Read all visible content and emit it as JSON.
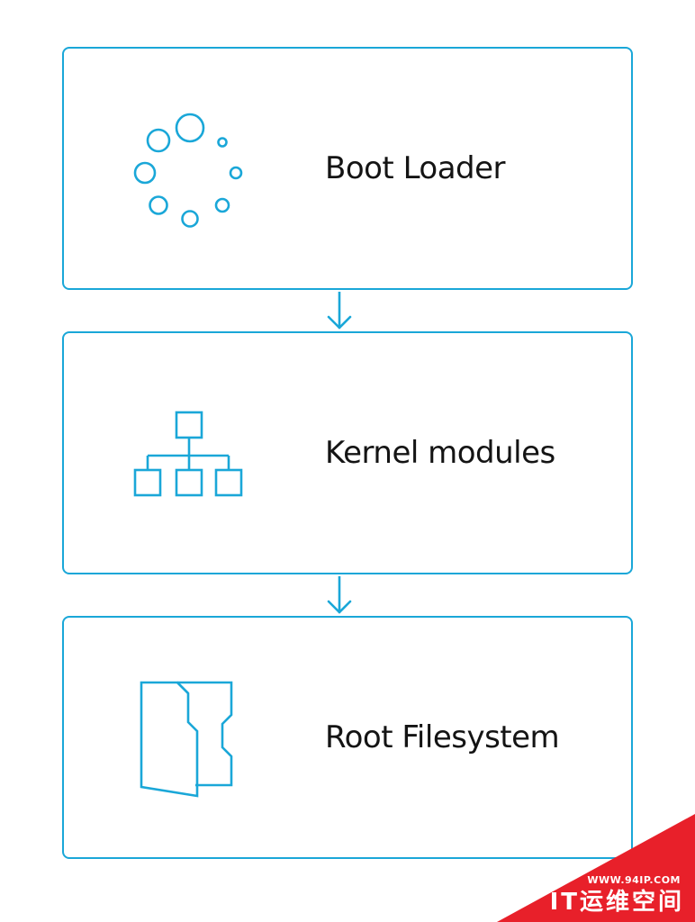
{
  "diagram": {
    "steps": [
      {
        "label": "Boot Loader",
        "icon": "loading-spinner-icon"
      },
      {
        "label": "Kernel modules",
        "icon": "hierarchy-icon"
      },
      {
        "label": "Root Filesystem",
        "icon": "folder-icon"
      }
    ],
    "connector": "down-arrow-icon"
  },
  "watermark": {
    "url": "WWW.94IP.COM",
    "name": "IT运维空间"
  },
  "colors": {
    "accent": "#1aa7d8",
    "text": "#141414",
    "watermark": "#e8202a",
    "background": "#ffffff"
  }
}
